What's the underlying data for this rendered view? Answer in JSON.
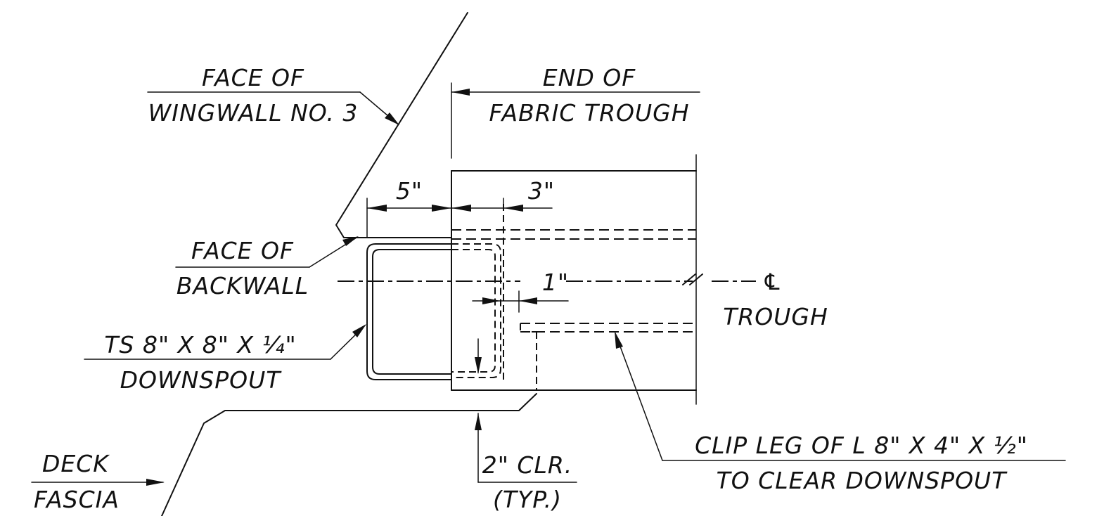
{
  "labels": {
    "face_of_wingwall_line1": "FACE OF",
    "face_of_wingwall_line2": "WINGWALL NO. 3",
    "end_of_trough_line1": "END OF",
    "end_of_trough_line2": "FABRIC TROUGH",
    "face_of_backwall_line1": "FACE OF",
    "face_of_backwall_line2": "BACKWALL",
    "ts_downspout_line1": "TS 8\" X 8\" X ¼\"",
    "ts_downspout_line2": "DOWNSPOUT",
    "deck_fascia_line1": "DECK",
    "deck_fascia_line2": "FASCIA",
    "clearance_line1": "2\" CLR.",
    "clearance_line2": "(TYP.)",
    "clip_leg_line1": "CLIP LEG OF L 8\" X 4\" X ½\"",
    "clip_leg_line2": "TO CLEAR DOWNSPOUT",
    "centerline_symbol": "℄",
    "trough": "TROUGH"
  },
  "dimensions": {
    "dim_5": "5\"",
    "dim_3": "3\"",
    "dim_1": "1\""
  }
}
